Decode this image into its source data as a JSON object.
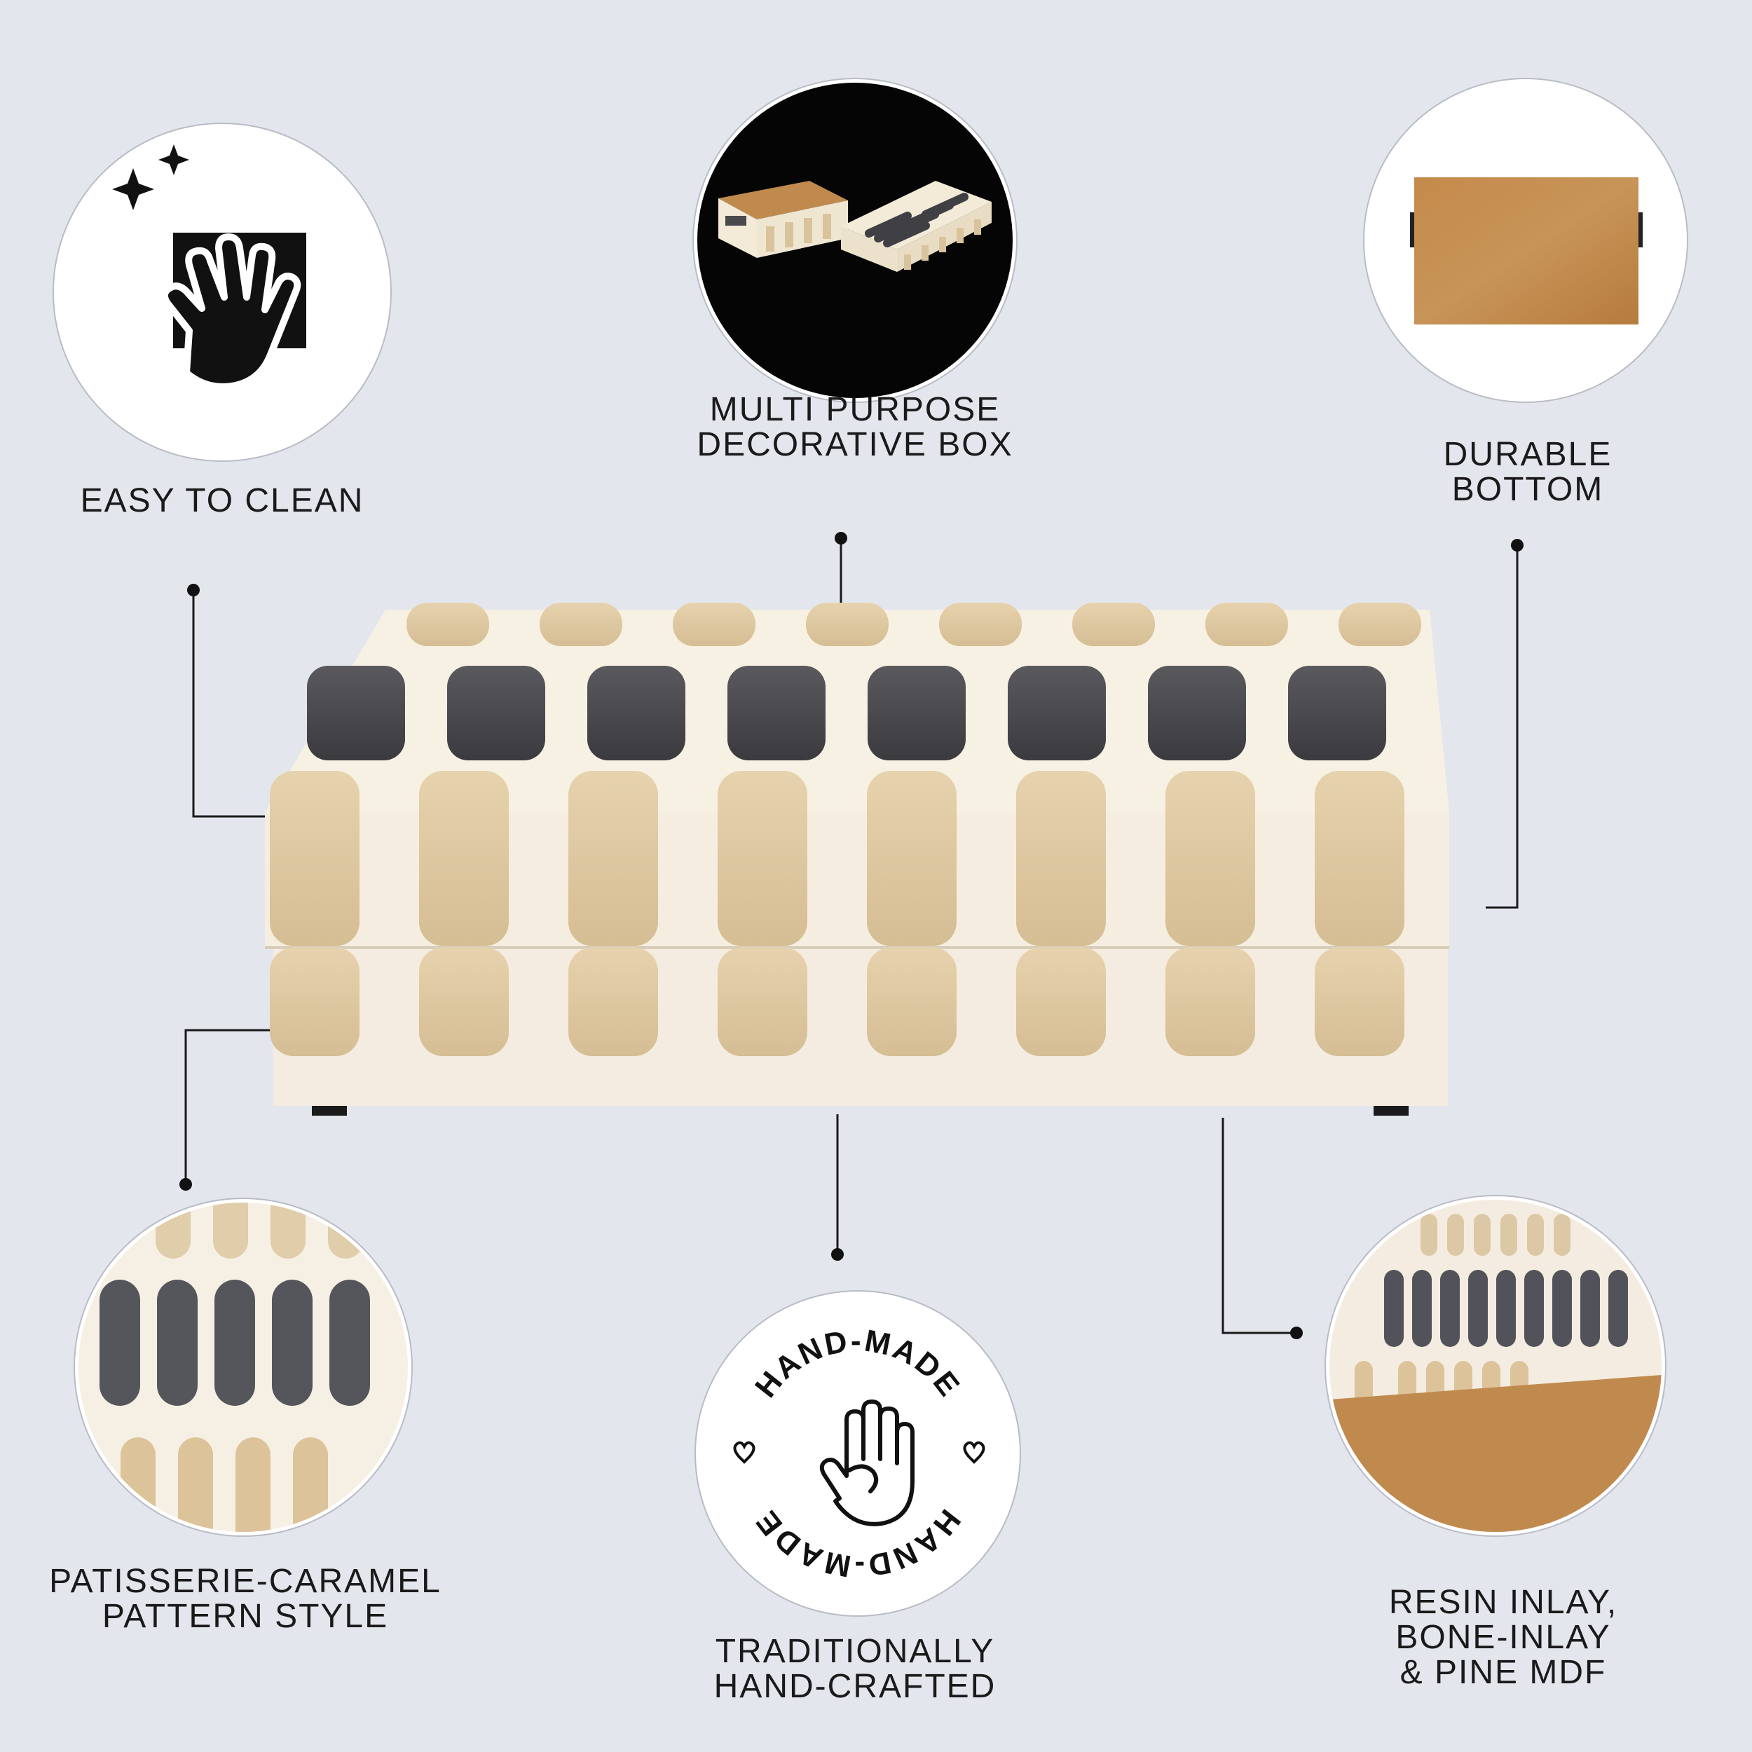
{
  "features": {
    "easy_clean": {
      "lines": [
        "EASY TO CLEAN"
      ],
      "icon": "hand-wipe-icon"
    },
    "multi_purpose": {
      "lines": [
        "MULTI PURPOSE",
        "DECORATIVE BOX"
      ]
    },
    "durable_bottom": {
      "lines": [
        "DURABLE",
        "BOTTOM"
      ]
    },
    "pattern": {
      "lines": [
        "PATISSERIE-CARAMEL",
        "PATTERN STYLE"
      ]
    },
    "hand_crafted": {
      "lines": [
        "TRADITIONALLY",
        "HAND-CRAFTED"
      ],
      "icon": "hand-made-stamp-icon",
      "stamp_text": "HAND-MADE"
    },
    "materials": {
      "lines": [
        "RESIN INLAY,",
        "BONE-INLAY",
        "& PINE MDF"
      ]
    }
  },
  "colors": {
    "background": "#e4e6ee",
    "bone_cream": "#f3ead8",
    "bone_beige": "#d9c39c",
    "inlay_gray": "#4a4a4e",
    "pine": "#c08a4f"
  }
}
